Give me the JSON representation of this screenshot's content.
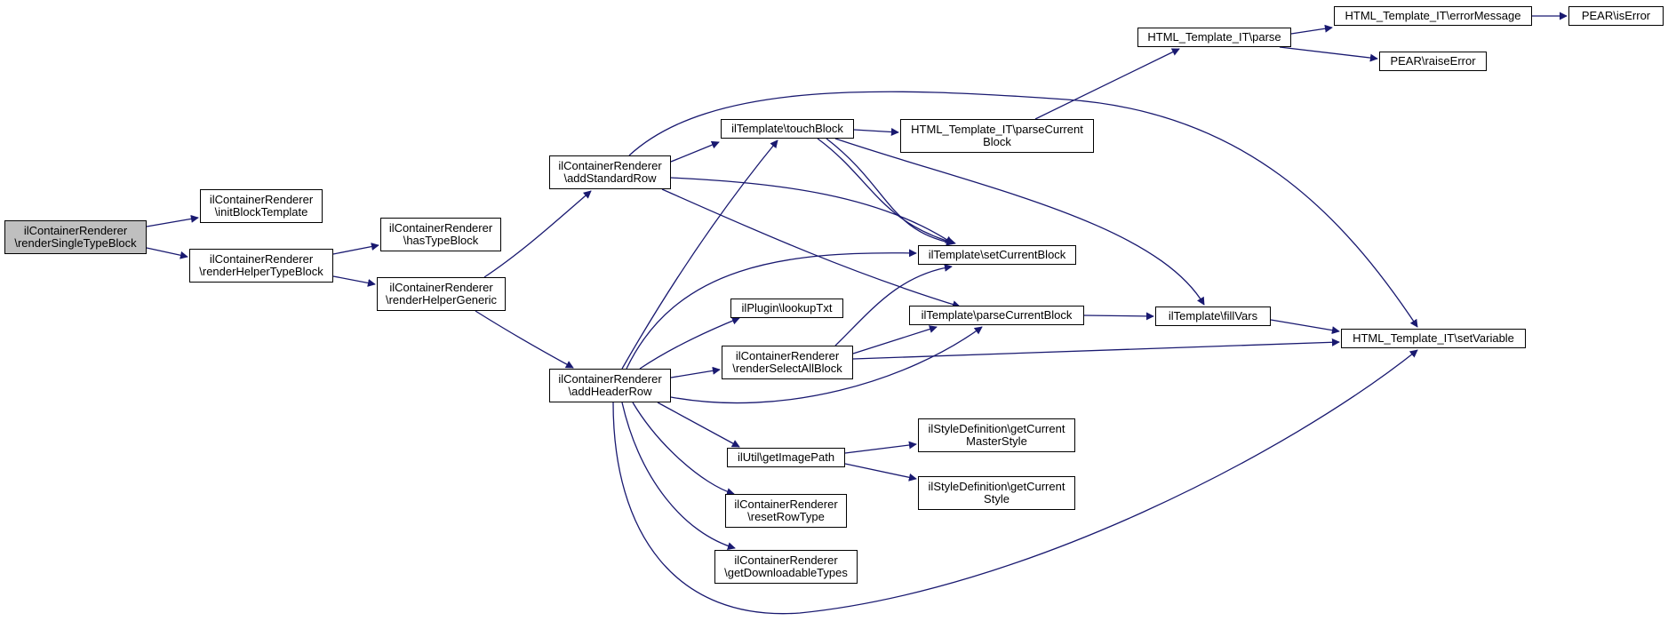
{
  "graph": {
    "nodes": [
      {
        "id": "renderSingleTypeBlock",
        "lines": [
          "ilContainerRenderer",
          "\\renderSingleTypeBlock"
        ],
        "root": true
      },
      {
        "id": "initBlockTemplate",
        "lines": [
          "ilContainerRenderer",
          "\\initBlockTemplate"
        ]
      },
      {
        "id": "renderHelperTypeBlock",
        "lines": [
          "ilContainerRenderer",
          "\\renderHelperTypeBlock"
        ]
      },
      {
        "id": "hasTypeBlock",
        "lines": [
          "ilContainerRenderer",
          "\\hasTypeBlock"
        ]
      },
      {
        "id": "renderHelperGeneric",
        "lines": [
          "ilContainerRenderer",
          "\\renderHelperGeneric"
        ]
      },
      {
        "id": "addStandardRow",
        "lines": [
          "ilContainerRenderer",
          "\\addStandardRow"
        ]
      },
      {
        "id": "addHeaderRow",
        "lines": [
          "ilContainerRenderer",
          "\\addHeaderRow"
        ]
      },
      {
        "id": "touchBlock",
        "lines": [
          "ilTemplate\\touchBlock"
        ]
      },
      {
        "id": "lookupTxt",
        "lines": [
          "ilPlugin\\lookupTxt"
        ]
      },
      {
        "id": "renderSelectAllBlock",
        "lines": [
          "ilContainerRenderer",
          "\\renderSelectAllBlock"
        ]
      },
      {
        "id": "getImagePath",
        "lines": [
          "ilUtil\\getImagePath"
        ]
      },
      {
        "id": "resetRowType",
        "lines": [
          "ilContainerRenderer",
          "\\resetRowType"
        ]
      },
      {
        "id": "getDownloadableTypes",
        "lines": [
          "ilContainerRenderer",
          "\\getDownloadableTypes"
        ]
      },
      {
        "id": "itParseCurrentBlock",
        "lines": [
          "HTML_Template_IT\\parseCurrent",
          "Block"
        ]
      },
      {
        "id": "setCurrentBlock",
        "lines": [
          "ilTemplate\\setCurrentBlock"
        ]
      },
      {
        "id": "ilParseCurrentBlock",
        "lines": [
          "ilTemplate\\parseCurrentBlock"
        ]
      },
      {
        "id": "getCurrentMasterStyle",
        "lines": [
          "ilStyleDefinition\\getCurrent",
          "MasterStyle"
        ]
      },
      {
        "id": "getCurrentStyle",
        "lines": [
          "ilStyleDefinition\\getCurrent",
          "Style"
        ]
      },
      {
        "id": "itParse",
        "lines": [
          "HTML_Template_IT\\parse"
        ]
      },
      {
        "id": "fillVars",
        "lines": [
          "ilTemplate\\fillVars"
        ]
      },
      {
        "id": "errorMessage",
        "lines": [
          "HTML_Template_IT\\errorMessage"
        ]
      },
      {
        "id": "raiseError",
        "lines": [
          "PEAR\\raiseError"
        ]
      },
      {
        "id": "isError",
        "lines": [
          "PEAR\\isError"
        ]
      },
      {
        "id": "setVariable",
        "lines": [
          "HTML_Template_IT\\setVariable"
        ]
      }
    ]
  },
  "colors": {
    "edge": "#191970",
    "node_border": "#000000",
    "node_fill": "#ffffff",
    "root_fill": "#bfbfbf"
  }
}
